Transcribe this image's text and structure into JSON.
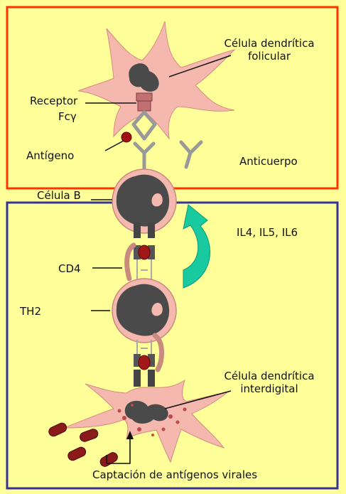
{
  "colors": {
    "background": "#ffff99",
    "top_box_border": "#ff3300",
    "bottom_box_border": "#333399",
    "cell_fill": "#f4b8ae",
    "nucleus": "#4a4a4a",
    "receptor": "#c07070",
    "antigen": "#a01010",
    "arrow": "#19c9a0",
    "bacteria": "#8b1a1a"
  },
  "labels": {
    "cdf": "Célula dendrítica",
    "cdf2": "folicular",
    "receptor": "Receptor",
    "fc": "Fcγ",
    "antigeno": "Antígeno",
    "anticuerpo": "Anticuerpo",
    "celula_b": "Célula B",
    "il": "IL4, IL5, IL6",
    "cd4": "CD4",
    "th2": "TH2",
    "cdi": "Célula dendrítica",
    "cdi2": "interdigital",
    "captacion": "Captación de antígenos virales"
  }
}
